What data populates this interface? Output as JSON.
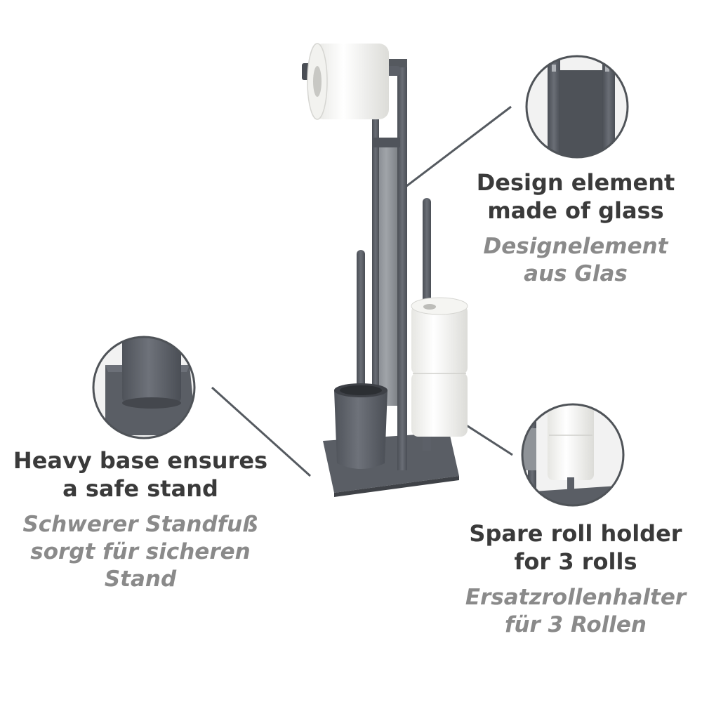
{
  "colors": {
    "metal": "#5c6068",
    "metal_dark": "#4a4e55",
    "glass": "#8f9398",
    "paper": "#f7f7f5",
    "callout_line": "#555a60",
    "circle_border": "#4f5358",
    "heading": "#3a3a3a",
    "subtext": "#8a8a8a"
  },
  "callouts": {
    "glass": {
      "title_en_line1": "Design element",
      "title_en_line2": "made of glass",
      "title_de_line1": "Designelement",
      "title_de_line2": "aus Glas"
    },
    "base": {
      "title_en_line1": "Heavy base ensures",
      "title_en_line2": "a safe stand",
      "title_de_line1": "Schwerer Standfuß",
      "title_de_line2": "sorgt für sicheren",
      "title_de_line3": "Stand"
    },
    "spare_roll": {
      "title_en_line1": "Spare roll holder",
      "title_en_line2": "for 3 rolls",
      "title_de_line1": "Ersatzrollenhalter",
      "title_de_line2": "für 3 Rollen"
    }
  },
  "icons": [
    "glass-detail-icon",
    "base-detail-icon",
    "spare-roll-detail-icon"
  ]
}
